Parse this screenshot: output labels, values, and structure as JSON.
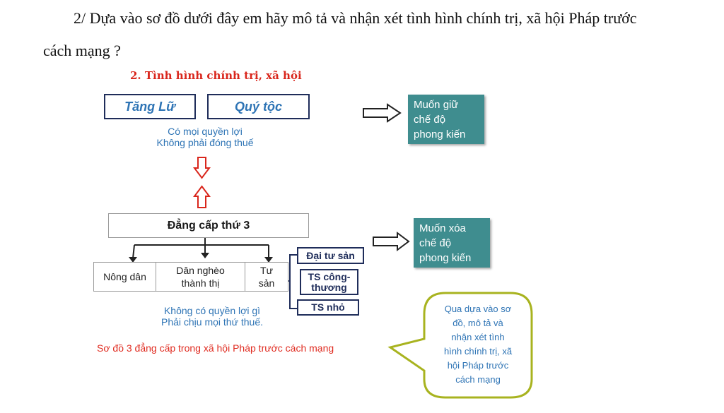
{
  "question": {
    "line1": "2/ Dựa vào sơ đồ dưới đây em hãy mô tả và nhận xét tình hình chính trị, xã hội Pháp trước",
    "line2": "cách mạng ?"
  },
  "diagram": {
    "section_title": "2. Tình hình chính trị, xã hội",
    "estate1": "Tăng Lữ",
    "estate2": "Quý tộc",
    "privileged_note": [
      "Có mọi quyền lợi",
      "Không phải đóng thuế"
    ],
    "privileged_goal": [
      "Muốn giữ",
      "chế độ",
      "phong kiến"
    ],
    "third_estate": "Đẳng cấp thứ 3",
    "third_goal": [
      "Muốn xóa",
      "chế độ",
      "phong kiến"
    ],
    "groups": {
      "farmers": "Nông dân",
      "urban_poor": [
        "Dân nghèo",
        "thành thị"
      ],
      "bourgeois": [
        "Tư",
        "sản"
      ]
    },
    "bourgeois_types": {
      "big": "Đại tư sản",
      "industrial": [
        "TS công-",
        "thương"
      ],
      "small": "TS nhỏ"
    },
    "third_note": [
      "Không có quyền lợi gì",
      "Phải chịu mọi thứ thuế."
    ],
    "caption": "Sơ đồ 3 đẳng cấp trong xã hội Pháp trước cách mạng",
    "bubble": [
      "Qua dựa vào sơ",
      "đồ, mô tả và",
      "nhận xét tình",
      "hình chính trị, xã",
      "hội Pháp trước",
      "cách mạng"
    ]
  },
  "colors": {
    "navy": "#1f2d5a",
    "blue": "#2e74b5",
    "red": "#e02b20",
    "teal": "#3f8d8f",
    "bubble_border": "#a8b31f"
  }
}
